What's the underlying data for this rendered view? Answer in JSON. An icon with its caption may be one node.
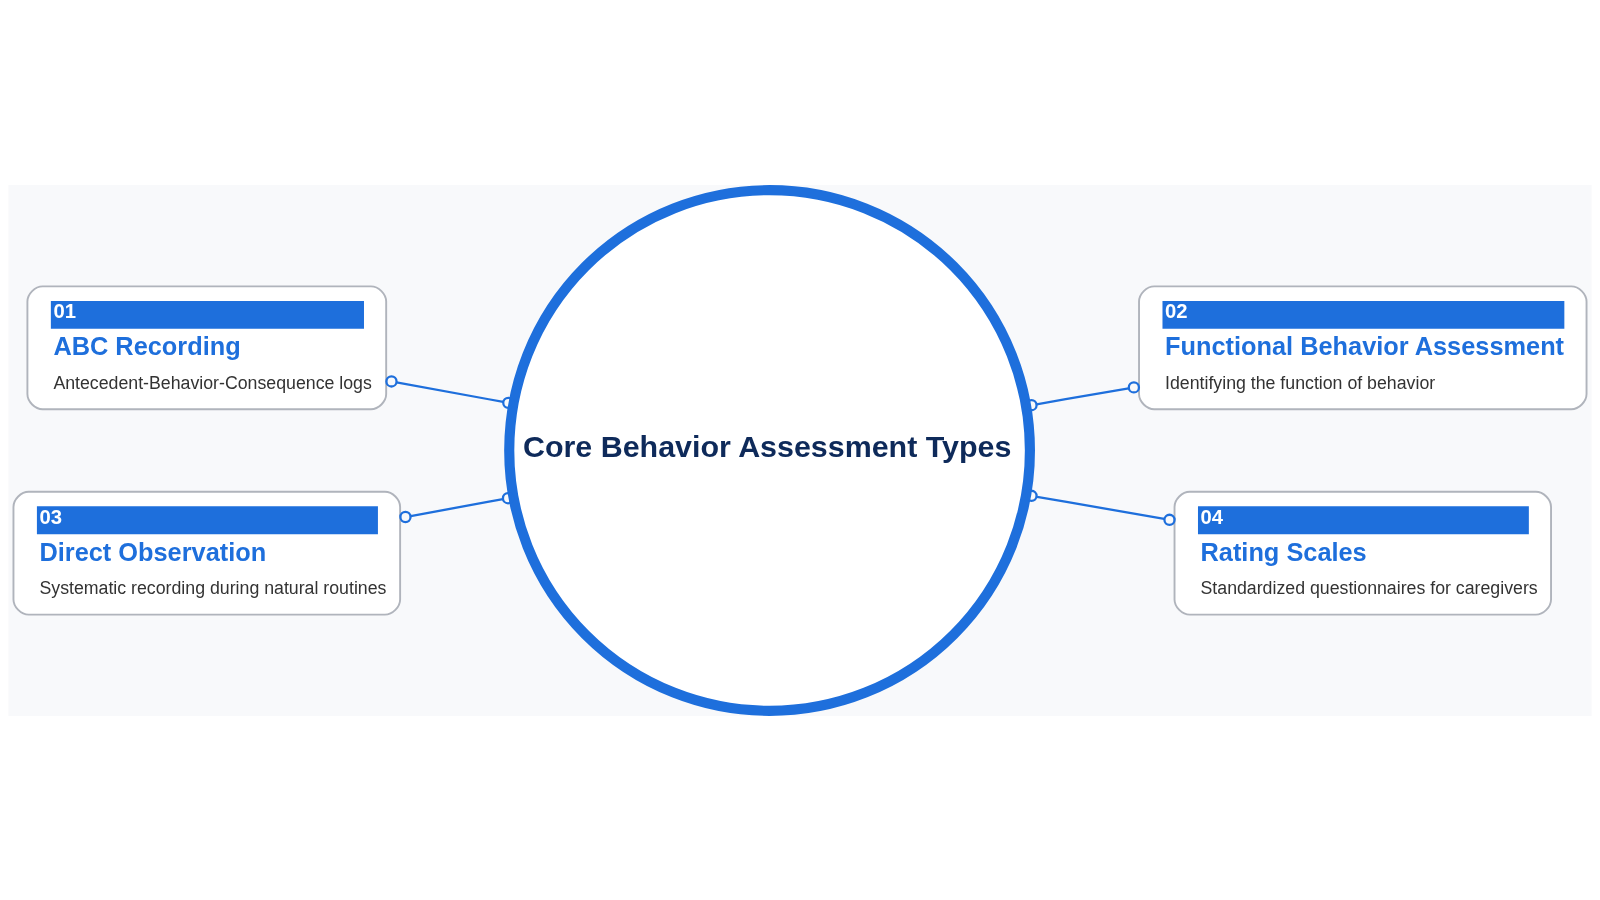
{
  "diagram": {
    "nodes": [
      {
        "text": [
          "01",
          "ABC Recording",
          "Antecedent-Behavior-Consequence logs"
        ]
      },
      {
        "text": [
          "02",
          "Functional Behavior Assessment",
          "Identifying the function of behavior"
        ]
      },
      {
        "text": [
          "Core Behavior Assessment Types"
        ]
      },
      {
        "text": [
          "03",
          "Direct Observation",
          "Systematic recording during natural routines"
        ]
      },
      {
        "text": [
          "04",
          "Rating Scales",
          "Standardized questionnaires for caregivers"
        ]
      }
    ],
    "edges": [
      {
        "from": 2,
        "to": 0,
        "arrow": "other"
      },
      {
        "from": 2,
        "to": 1,
        "arrow": "other"
      },
      {
        "from": 2,
        "to": 3,
        "arrow": "other"
      },
      {
        "from": 2,
        "to": 4,
        "arrow": "other"
      }
    ]
  }
}
